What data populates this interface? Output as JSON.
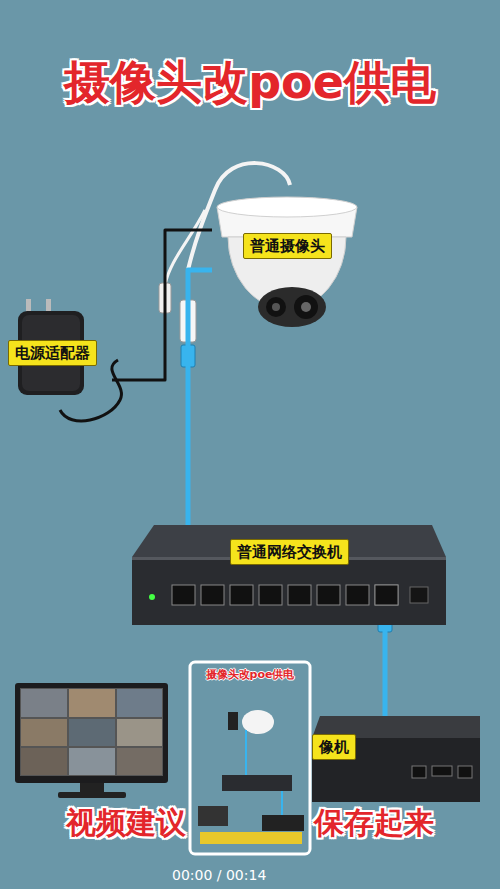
{
  "diagram": {
    "title": "摄像头改poe供电",
    "nodes": [
      {
        "text": [
          "普通摄像头"
        ]
      },
      {
        "text": [
          "电源适配器"
        ]
      },
      {
        "text": [
          "普通网络交换机"
        ]
      },
      {
        "text": [
          "像机"
        ]
      }
    ],
    "edges": [
      {
        "from": 1,
        "to": 0,
        "arrow": "none"
      },
      {
        "from": 0,
        "to": 2,
        "arrow": "none"
      },
      {
        "from": 2,
        "to": 3,
        "arrow": "none"
      }
    ],
    "labels": [
      "摄像头改poe供电",
      "视频建议",
      "保存起来",
      "00:00 / 00:14"
    ]
  }
}
